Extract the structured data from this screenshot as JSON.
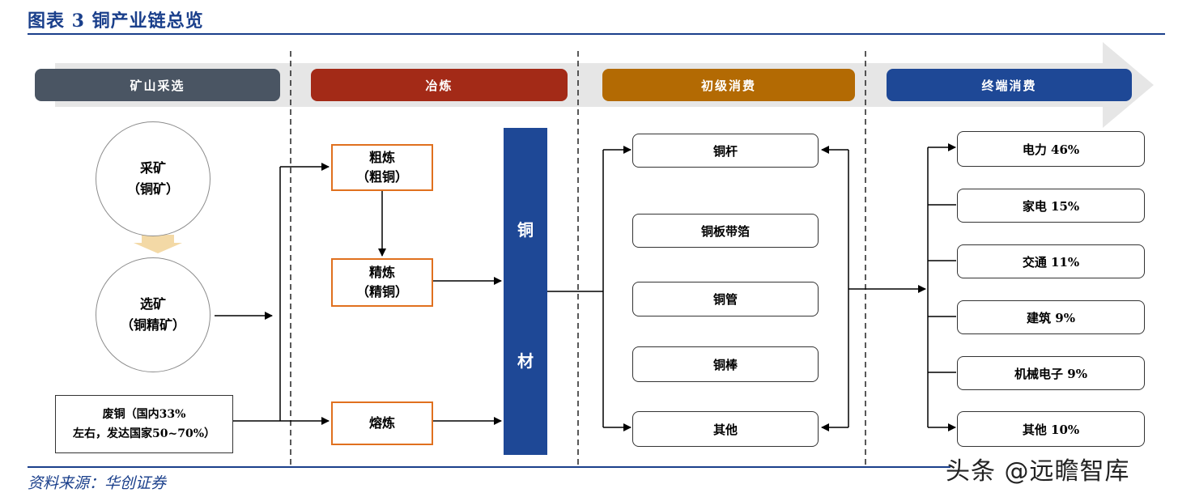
{
  "header": {
    "title": "图表 3 铜产业链总览"
  },
  "stages": [
    {
      "label": "矿山采选",
      "color": "#4a5563"
    },
    {
      "label": "冶炼",
      "color": "#a32a17"
    },
    {
      "label": "初级消费",
      "color": "#b36a03"
    },
    {
      "label": "终端消费",
      "color": "#1e4896"
    }
  ],
  "mining": {
    "circle1": {
      "line1": "采矿",
      "line2": "（铜矿）"
    },
    "circle2": {
      "line1": "选矿",
      "line2": "（铜精矿）"
    },
    "scrap": {
      "line1": "废铜（国内33%",
      "line2": "左右，发达国家50~70%）"
    }
  },
  "smelting": {
    "crude": {
      "line1": "粗炼",
      "line2": "（粗铜）"
    },
    "refined": {
      "line1": "精炼",
      "line2": "（精铜）"
    },
    "melting": {
      "line1": "熔炼"
    }
  },
  "copper_bar": {
    "char1": "铜",
    "char2": "材"
  },
  "primary_products": [
    "铜杆",
    "铜板带箔",
    "铜管",
    "铜棒",
    "其他"
  ],
  "terminal_uses": [
    "电力 46%",
    "家电 15%",
    "交通 11%",
    "建筑 9%",
    "机械电子  9%",
    "其他 10%"
  ],
  "footer": {
    "source": "资料来源：华创证券",
    "watermark": "头条 @远瞻智库"
  }
}
